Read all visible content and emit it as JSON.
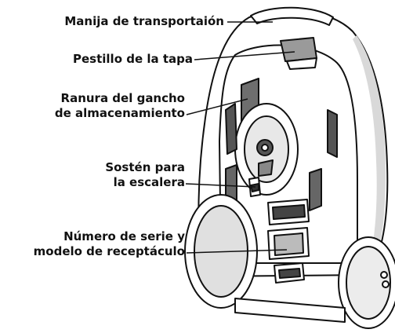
{
  "labels": {
    "carry_handle": "Manija de transportaión",
    "lid_latch": "Pestillo de la tapa",
    "hook_slot_line1": "Ranura del gancho",
    "hook_slot_line2": "de almacenamiento",
    "stair_support_line1": "Sostén para",
    "stair_support_line2": "la escalera",
    "serial_line1": "Número de serie y",
    "serial_line2": "modelo de receptáculo"
  },
  "colors": {
    "line": "#111111",
    "fill": "#ffffff",
    "shade": "#b8b8b8"
  }
}
